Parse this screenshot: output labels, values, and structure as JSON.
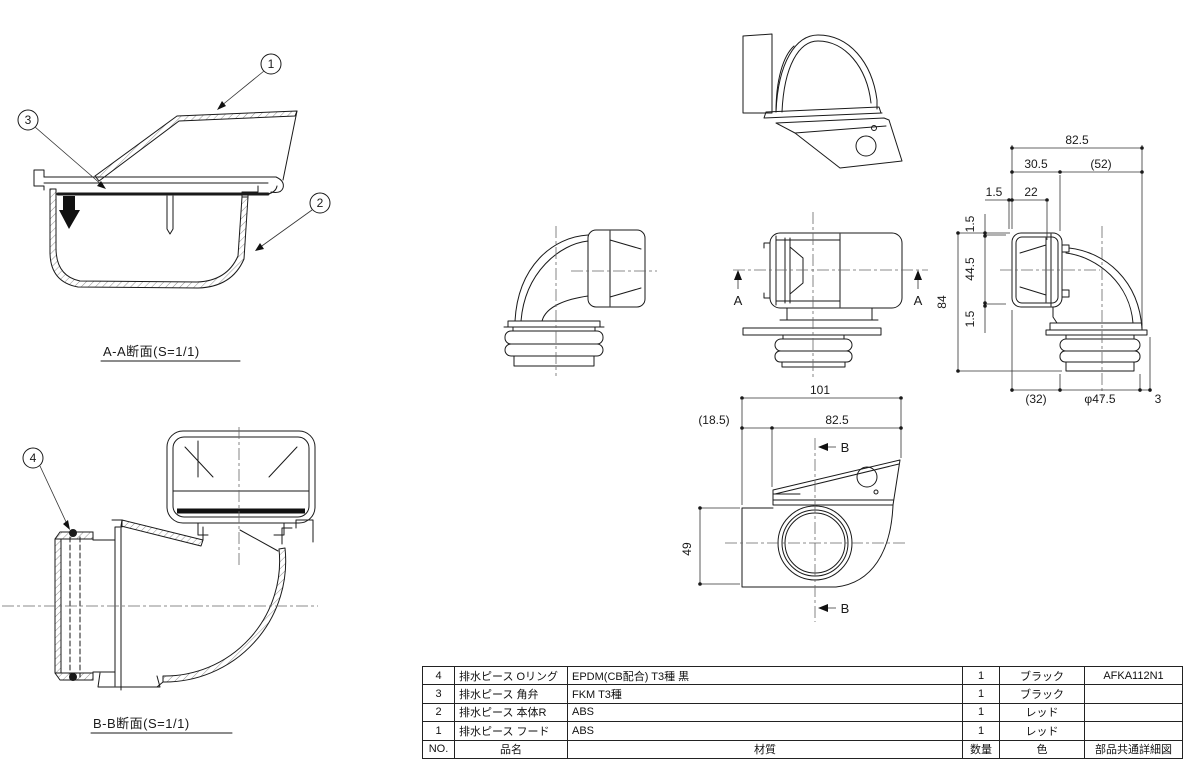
{
  "drawing_labels": {
    "aa_section": "A-A断面(S=1/1)",
    "bb_section": "B-B断面(S=1/1)"
  },
  "section_marks": {
    "a": "A",
    "b": "B"
  },
  "callouts": {
    "n1": "1",
    "n2": "2",
    "n3": "3",
    "n4": "4"
  },
  "dims_right": {
    "overall_width": "82.5",
    "hood_offset": "30.5",
    "body_width": "(52)",
    "wall_thk": "1.5",
    "inner_width": "22",
    "lip_top": "1.5",
    "inner_height": "44.5",
    "lip_bottom": "1.5",
    "overall_height": "84",
    "hood_depth": "(32)",
    "pipe_dia": "φ47.5",
    "step": "3"
  },
  "dims_bottom": {
    "overall_width": "101",
    "left_offset": "(18.5)",
    "hood_width": "82.5",
    "body_height": "49"
  },
  "parts_table": {
    "headers": {
      "no": "NO.",
      "name": "品名",
      "material": "材質",
      "qty": "数量",
      "color": "色",
      "ref": "部品共通詳細図"
    },
    "rows": [
      {
        "no": "4",
        "name": "排水ピース Oリング",
        "material": "EPDM(CB配合) T3種 黒",
        "qty": "1",
        "color": "ブラック",
        "ref": "AFKA112N1"
      },
      {
        "no": "3",
        "name": "排水ピース 角弁",
        "material": "FKM T3種",
        "qty": "1",
        "color": "ブラック",
        "ref": ""
      },
      {
        "no": "2",
        "name": "排水ピース 本体R",
        "material": "ABS",
        "qty": "1",
        "color": "レッド",
        "ref": ""
      },
      {
        "no": "1",
        "name": "排水ピース フード",
        "material": "ABS",
        "qty": "1",
        "color": "レッド",
        "ref": ""
      }
    ]
  },
  "colors": {
    "line": "#1a1a1a",
    "background": "#ffffff"
  }
}
